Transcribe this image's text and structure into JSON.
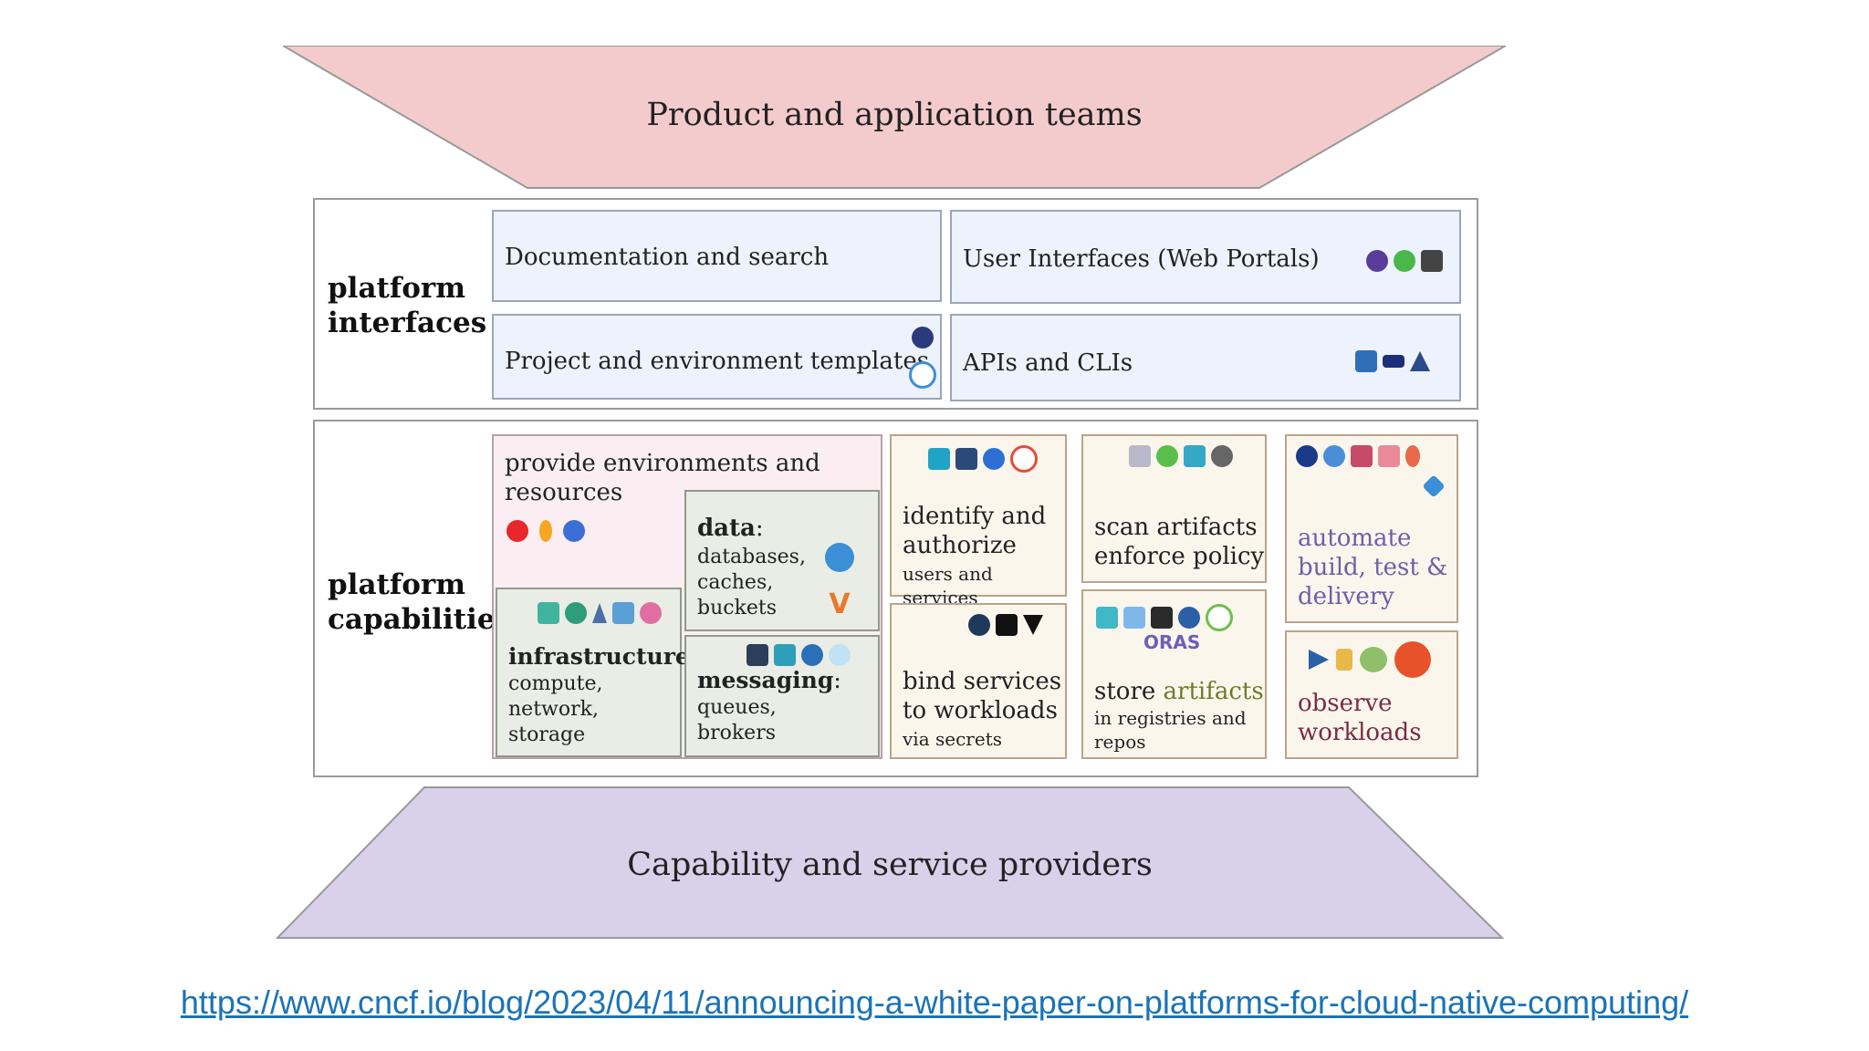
{
  "top": {
    "label": "Product and application teams"
  },
  "bottom": {
    "label": "Capability and service providers"
  },
  "interfaces": {
    "section_label_line1": "platform",
    "section_label_line2": "interfaces",
    "docs": "Documentation and search",
    "ui": "User Interfaces (Web Portals)",
    "templates": "Project and environment templates",
    "apis": "APIs and CLIs"
  },
  "capabilities": {
    "section_label_line1": "platform",
    "section_label_line2": "capabilities",
    "provide_line1": "provide environments and",
    "provide_line2": "resources",
    "data_title": "data",
    "data_l1": "databases,",
    "data_l2": "caches,",
    "data_l3": "buckets",
    "infra_title": "infrastructure",
    "infra_l1": "compute,",
    "infra_l2": "network,",
    "infra_l3": "storage",
    "msg_title": "messaging",
    "msg_l1": "queues,",
    "msg_l2": "brokers",
    "identify_l1": "identify and",
    "identify_l2": "authorize",
    "identify_sub": "users and services",
    "bind_l1": "bind services",
    "bind_l2": "to workloads",
    "bind_sub": "via secrets",
    "scan_l1": "scan artifacts",
    "scan_l2": "enforce policy",
    "store_l1": "store",
    "store_l1b": "artifacts",
    "store_sub1": "in registries and",
    "store_sub2": "repos",
    "automate_l1": "automate",
    "automate_l2": "build, test &",
    "automate_l3": "delivery",
    "observe_l1": "observe",
    "observe_l2": "workloads"
  },
  "footer": {
    "url": "https://www.cncf.io/blog/2023/04/11/announcing-a-white-paper-on-platforms-for-cloud-native-computing/"
  }
}
